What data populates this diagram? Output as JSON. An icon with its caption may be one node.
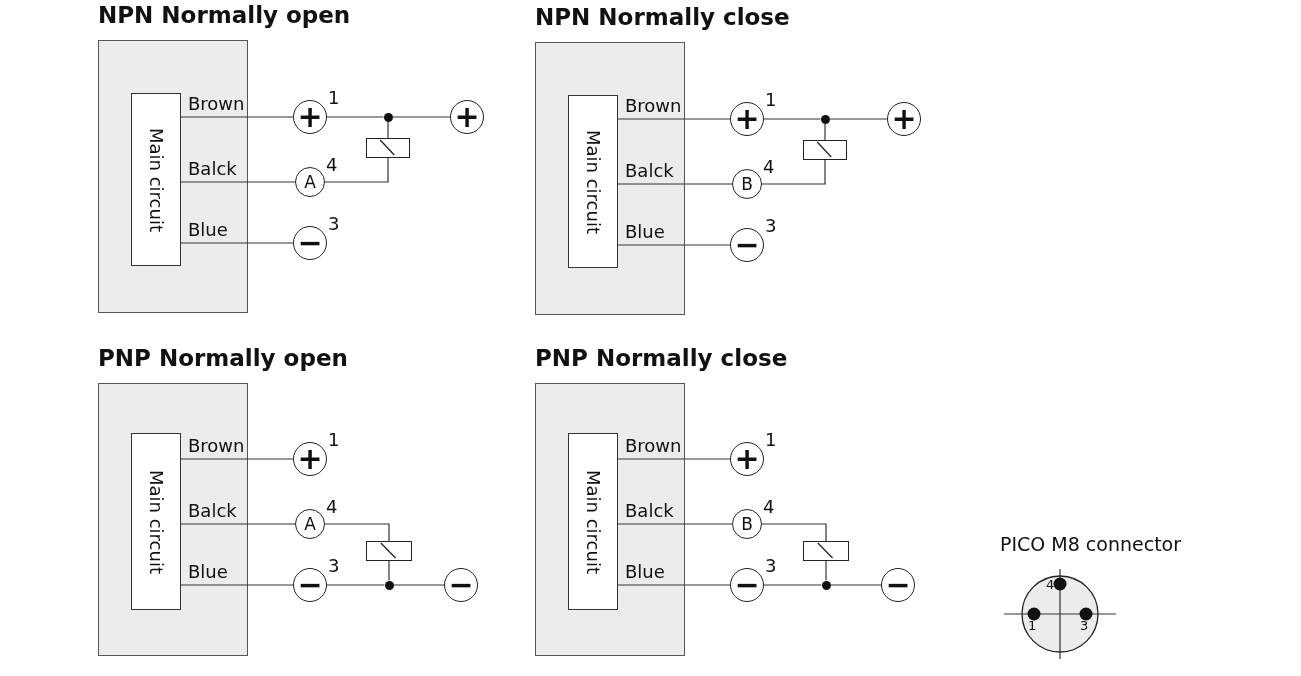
{
  "diagram": {
    "nodes": [
      {
        "text": [
          "NPN Normally open"
        ]
      },
      {
        "text": [
          "Main circuit"
        ],
        "in": 0
      },
      {
        "text": [
          "+"
        ],
        "beside": [
          "1"
        ]
      },
      {
        "text": [],
        "shape": "circle"
      },
      {
        "text": [
          "+"
        ]
      },
      {
        "text": [],
        "shape": "box"
      },
      {
        "text": [
          "A"
        ],
        "beside": [
          "4"
        ]
      },
      {
        "text": [
          "−"
        ],
        "beside": [
          "3"
        ]
      },
      {
        "text": [
          "NPN Normally close"
        ]
      },
      {
        "text": [
          "Main circuit"
        ],
        "in": 8
      },
      {
        "text": [
          "+"
        ],
        "beside": [
          "1"
        ]
      },
      {
        "text": [],
        "shape": "circle"
      },
      {
        "text": [
          "+"
        ]
      },
      {
        "text": [],
        "shape": "box"
      },
      {
        "text": [
          "B"
        ],
        "beside": [
          "4"
        ]
      },
      {
        "text": [
          "−"
        ],
        "beside": [
          "3"
        ]
      },
      {
        "text": [
          "PNP Normally open"
        ]
      },
      {
        "text": [
          "Main circuit"
        ],
        "in": 16
      },
      {
        "text": [
          "+"
        ],
        "beside": [
          "1"
        ]
      },
      {
        "text": [
          "A"
        ],
        "beside": [
          "4"
        ]
      },
      {
        "text": [],
        "shape": "box"
      },
      {
        "text": [
          "−"
        ],
        "beside": [
          "3"
        ]
      },
      {
        "text": [],
        "shape": "circle"
      },
      {
        "text": [
          "−"
        ]
      },
      {
        "text": [
          "PNP Normally close"
        ]
      },
      {
        "text": [
          "Main circuit"
        ],
        "in": 24
      },
      {
        "text": [
          "+"
        ],
        "beside": [
          "1"
        ]
      },
      {
        "text": [
          "B"
        ],
        "beside": [
          "4"
        ]
      },
      {
        "text": [],
        "shape": "box"
      },
      {
        "text": [
          "−"
        ],
        "beside": [
          "3"
        ]
      },
      {
        "text": [],
        "shape": "circle"
      },
      {
        "text": [
          "−"
        ]
      },
      {
        "text": [
          "PICO M8 connector"
        ]
      }
    ],
    "edges": [
      {
        "from": 1,
        "to": 2,
        "arrow": "none",
        "label": "Brown"
      },
      {
        "from": 1,
        "to": 6,
        "arrow": "none",
        "label": "Balck"
      },
      {
        "from": 1,
        "to": 7,
        "arrow": "none",
        "label": "Blue"
      },
      {
        "from": 2,
        "to": 3,
        "arrow": "none"
      },
      {
        "from": 3,
        "to": 4,
        "arrow": "none"
      },
      {
        "from": 3,
        "to": 5,
        "arrow": "none"
      },
      {
        "from": 5,
        "to": 6,
        "arrow": "none"
      },
      {
        "from": 9,
        "to": 10,
        "arrow": "none",
        "label": "Brown"
      },
      {
        "from": 9,
        "to": 14,
        "arrow": "none",
        "label": "Balck"
      },
      {
        "from": 9,
        "to": 15,
        "arrow": "none",
        "label": "Blue"
      },
      {
        "from": 10,
        "to": 11,
        "arrow": "none"
      },
      {
        "from": 11,
        "to": 12,
        "arrow": "none"
      },
      {
        "from": 11,
        "to": 13,
        "arrow": "none"
      },
      {
        "from": 13,
        "to": 14,
        "arrow": "none"
      },
      {
        "from": 17,
        "to": 18,
        "arrow": "none",
        "label": "Brown"
      },
      {
        "from": 17,
        "to": 19,
        "arrow": "none",
        "label": "Balck"
      },
      {
        "from": 17,
        "to": 21,
        "arrow": "none",
        "label": "Blue"
      },
      {
        "from": 19,
        "to": 20,
        "arrow": "none"
      },
      {
        "from": 20,
        "to": 22,
        "arrow": "none"
      },
      {
        "from": 21,
        "to": 22,
        "arrow": "none"
      },
      {
        "from": 22,
        "to": 23,
        "arrow": "none"
      },
      {
        "from": 25,
        "to": 26,
        "arrow": "none",
        "label": "Brown"
      },
      {
        "from": 25,
        "to": 27,
        "arrow": "none",
        "label": "Balck"
      },
      {
        "from": 25,
        "to": 29,
        "arrow": "none",
        "label": "Blue"
      },
      {
        "from": 27,
        "to": 28,
        "arrow": "none"
      },
      {
        "from": 28,
        "to": 30,
        "arrow": "none"
      },
      {
        "from": 29,
        "to": 30,
        "arrow": "none"
      },
      {
        "from": 30,
        "to": 31,
        "arrow": "none"
      }
    ],
    "labels": [
      "4",
      "1",
      "3"
    ]
  }
}
